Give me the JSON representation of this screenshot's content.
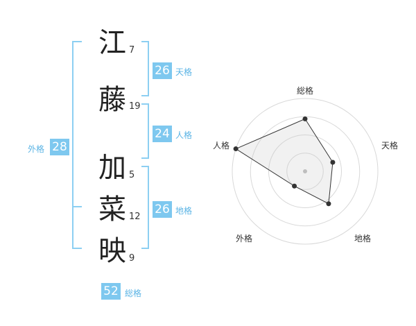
{
  "characters": [
    {
      "char": "江",
      "strokes": "7"
    },
    {
      "char": "藤",
      "strokes": "19"
    },
    {
      "char": "加",
      "strokes": "5"
    },
    {
      "char": "菜",
      "strokes": "12"
    },
    {
      "char": "映",
      "strokes": "9"
    }
  ],
  "fortunes": {
    "tenkaku": {
      "value": "26",
      "label": "天格"
    },
    "jinkaku": {
      "value": "24",
      "label": "人格"
    },
    "chikaku": {
      "value": "26",
      "label": "地格"
    },
    "gaikaku": {
      "value": "28",
      "label": "外格"
    },
    "soukaku": {
      "value": "52",
      "label": "総格"
    }
  },
  "colors": {
    "accent": "#7ec8ef",
    "bracket": "#8ccff2"
  },
  "chart_data": {
    "type": "radar",
    "axes": [
      "総格",
      "天格",
      "地格",
      "外格",
      "人格"
    ],
    "values": [
      0.72,
      0.4,
      0.55,
      0.25,
      1.0
    ],
    "max": 1.0
  }
}
